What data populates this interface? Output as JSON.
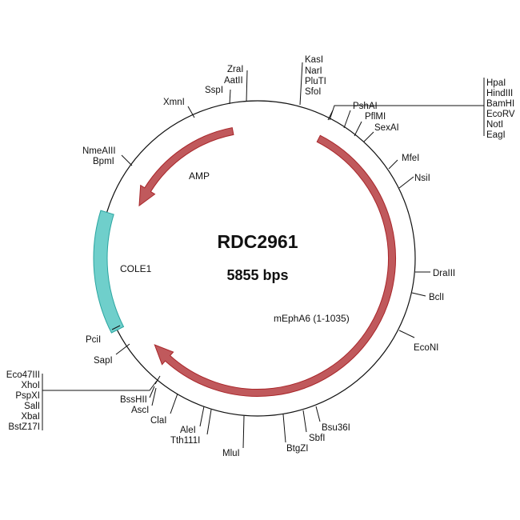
{
  "plasmid": {
    "name": "RDC2961",
    "size": "5855 bps"
  },
  "features": {
    "amp": "AMP",
    "cole1": "COLE1",
    "insert": "mEphA6 (1-1035)"
  },
  "colors": {
    "arrow": "#c0595c",
    "arrow_stroke": "#a8262a",
    "ori": "#6fcfcb",
    "ori_stroke": "#2aa5a0"
  },
  "enzymes": {
    "zrai": "ZraI",
    "aatii": "AatII",
    "sspi": "SspI",
    "xmni": "XmnI",
    "nmeaiii": "NmeAIII",
    "bpmi": "BpmI",
    "kasi": "KasI",
    "nari": "NarI",
    "pluti": "PluTI",
    "sfoi": "SfoI",
    "hpai": "HpaI",
    "hindiii": "HindIII",
    "bamhi": "BamHI",
    "ecorv": "EcoRV",
    "noti": "NotI",
    "eagi": "EagI",
    "pshai": "PshAI",
    "pfimi": "PflMI",
    "sexai": "SexAI",
    "mfei": "MfeI",
    "nsii": "NsiI",
    "draiii": "DraIII",
    "bcli": "BclI",
    "econi": "EcoNI",
    "bsu36i": "Bsu36I",
    "sbfi": "SbfI",
    "btgzi": "BtgZI",
    "mlui": "MluI",
    "alei": "AleI",
    "tth111i": "Tth111I",
    "clai": "ClaI",
    "asci": "AscI",
    "bsshii": "BssHII",
    "sapi": "SapI",
    "pcii": "PciI",
    "eco47iii": "Eco47III",
    "xhoi": "XhoI",
    "pspxi": "PspXI",
    "sali": "SalI",
    "xbai": "XbaI",
    "bstz17i": "BstZ17I"
  }
}
